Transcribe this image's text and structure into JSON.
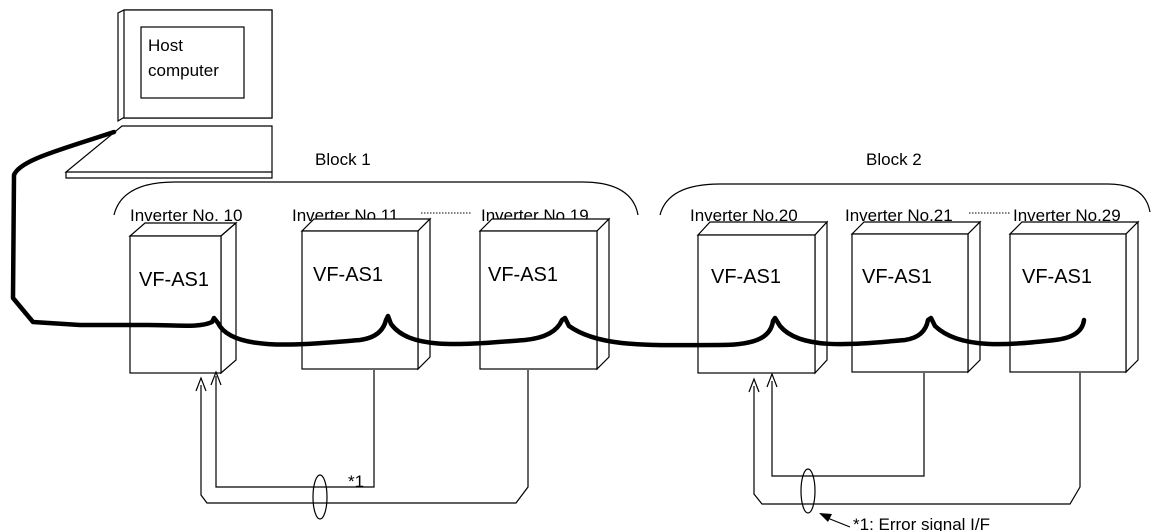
{
  "host": {
    "line1": "Host",
    "line2": "computer"
  },
  "blocks": [
    {
      "label": "Block 1"
    },
    {
      "label": "Block 2"
    }
  ],
  "inverters": [
    {
      "heading": "Inverter No. 10",
      "model": "VF-AS1"
    },
    {
      "heading": "Inverter No.11",
      "model": "VF-AS1"
    },
    {
      "heading": "Inverter No.19",
      "model": "VF-AS1"
    },
    {
      "heading": "Inverter No.20",
      "model": "VF-AS1"
    },
    {
      "heading": "Inverter No.21",
      "model": "VF-AS1"
    },
    {
      "heading": "Inverter No.29",
      "model": "VF-AS1"
    }
  ],
  "notes": {
    "marker": "*1",
    "legend": "*1: Error signal I/F"
  }
}
